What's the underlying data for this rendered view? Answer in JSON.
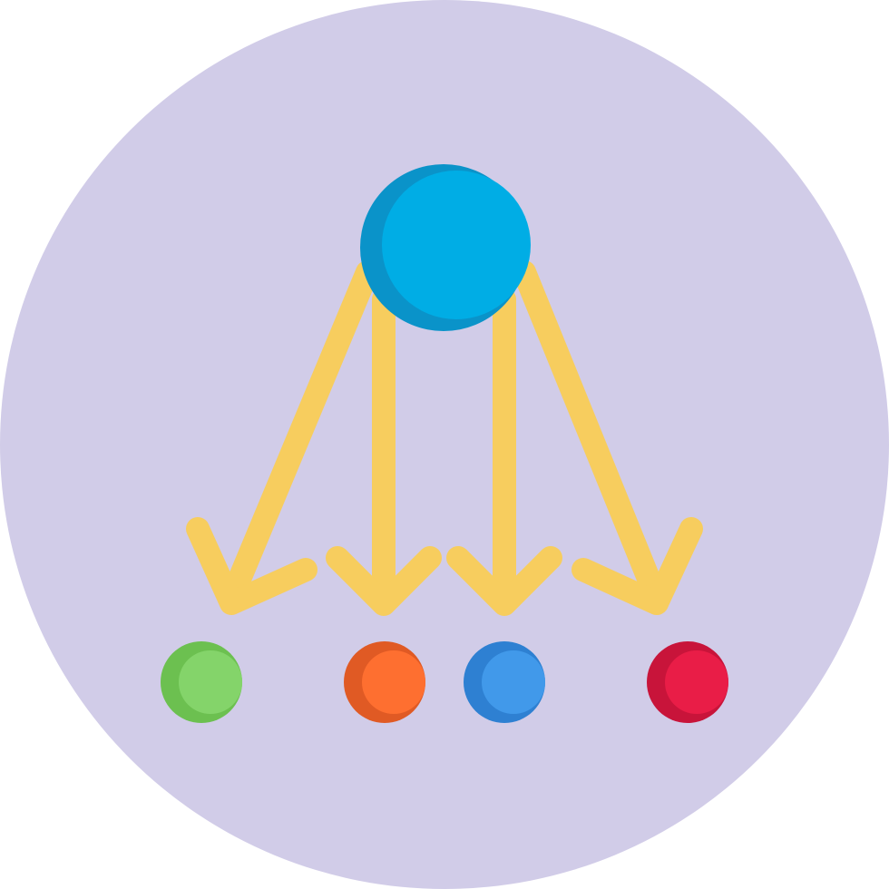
{
  "icon": {
    "name": "distribution-network-icon",
    "colors": {
      "background_circle": "#D1CCE8",
      "arrow": "#F7CD5E",
      "source_node": "#00ADE5",
      "source_node_shadow": "#0A93C9"
    }
  },
  "target_nodes": [
    {
      "name": "green-node",
      "color": "#84D46A",
      "shadow": "#6CC050"
    },
    {
      "name": "orange-node",
      "color": "#FE6F30",
      "shadow": "#E05A24"
    },
    {
      "name": "blue-node",
      "color": "#4199EA",
      "shadow": "#2E80D2"
    },
    {
      "name": "red-node",
      "color": "#E91D47",
      "shadow": "#C8143A"
    }
  ]
}
